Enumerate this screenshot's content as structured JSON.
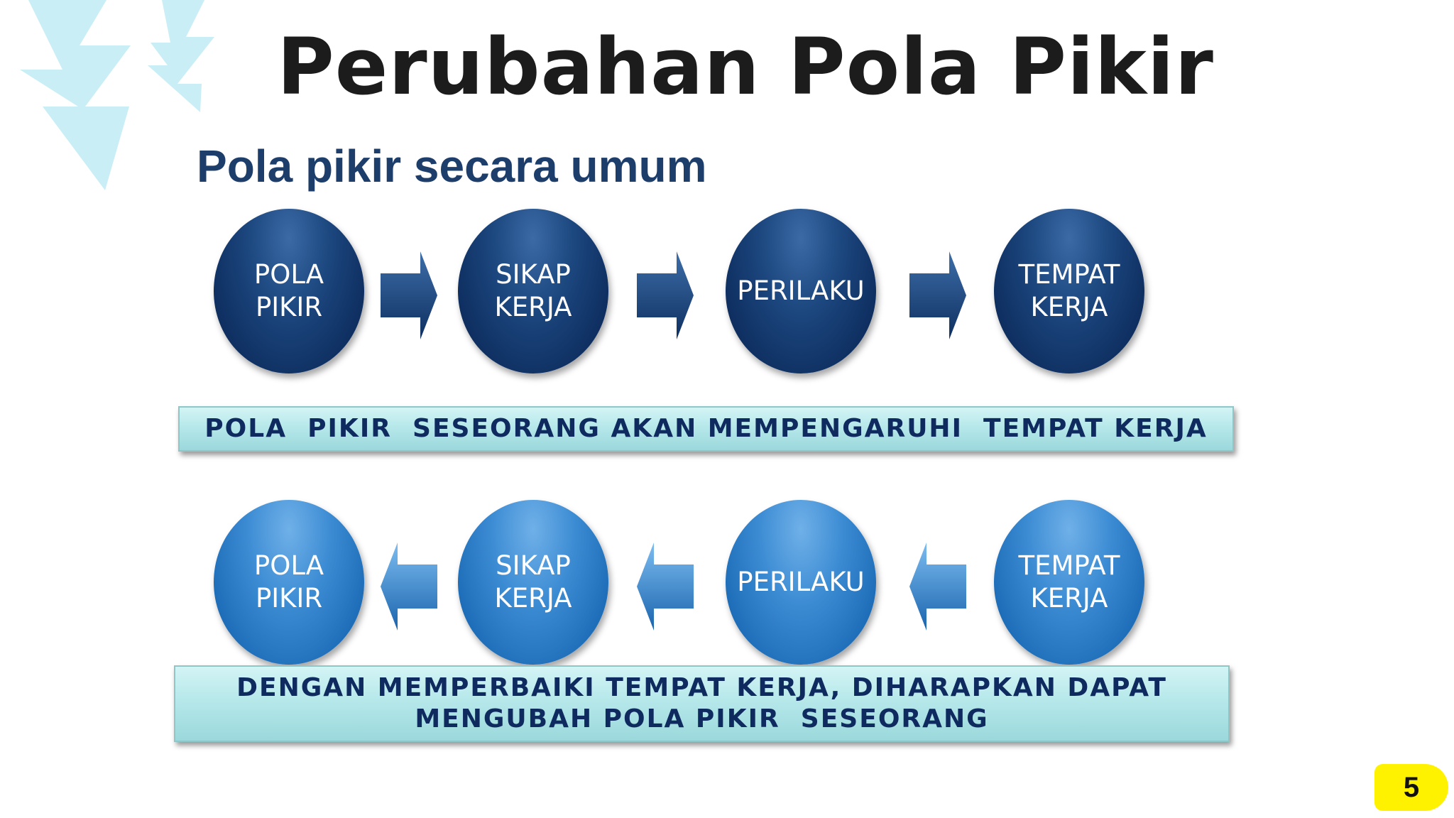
{
  "slide": {
    "title": "Perubahan Pola Pikir",
    "subtitle": "Pola pikir secara umum",
    "page_number": "5"
  },
  "top_flow": {
    "nodes": [
      {
        "line1": "POLA",
        "line2": "PIKIR"
      },
      {
        "line1": "SIKAP",
        "line2": "KERJA"
      },
      {
        "line1": "PERILAKU",
        "line2": ""
      },
      {
        "line1": "TEMPAT",
        "line2": "KERJA"
      }
    ],
    "arrow_direction": "right",
    "caption": "POLA  PIKIR  SESEORANG AKAN MEMPENGARUHI  TEMPAT KERJA"
  },
  "bottom_flow": {
    "nodes": [
      {
        "line1": "POLA",
        "line2": "PIKIR"
      },
      {
        "line1": "SIKAP",
        "line2": "KERJA"
      },
      {
        "line1": "PERILAKU",
        "line2": ""
      },
      {
        "line1": "TEMPAT",
        "line2": "KERJA"
      }
    ],
    "arrow_direction": "left",
    "caption_line1": "DENGAN MEMPERBAIKI TEMPAT KERJA, DIHARAPKAN DAPAT",
    "caption_line2": "MENGUBAH POLA PIKIR  SESEORANG"
  },
  "colors": {
    "title": "#1c1c1c",
    "subtitle": "#1d3e6a",
    "node_dark": "#0f3062",
    "node_light": "#1e6db8",
    "caption_bg": "#b6e8ea",
    "caption_text": "#0f2a5e",
    "page_badge": "#fff200",
    "decoration": "#c9eef5"
  },
  "icons": {
    "decoration": "lightning-bolt-icon"
  }
}
